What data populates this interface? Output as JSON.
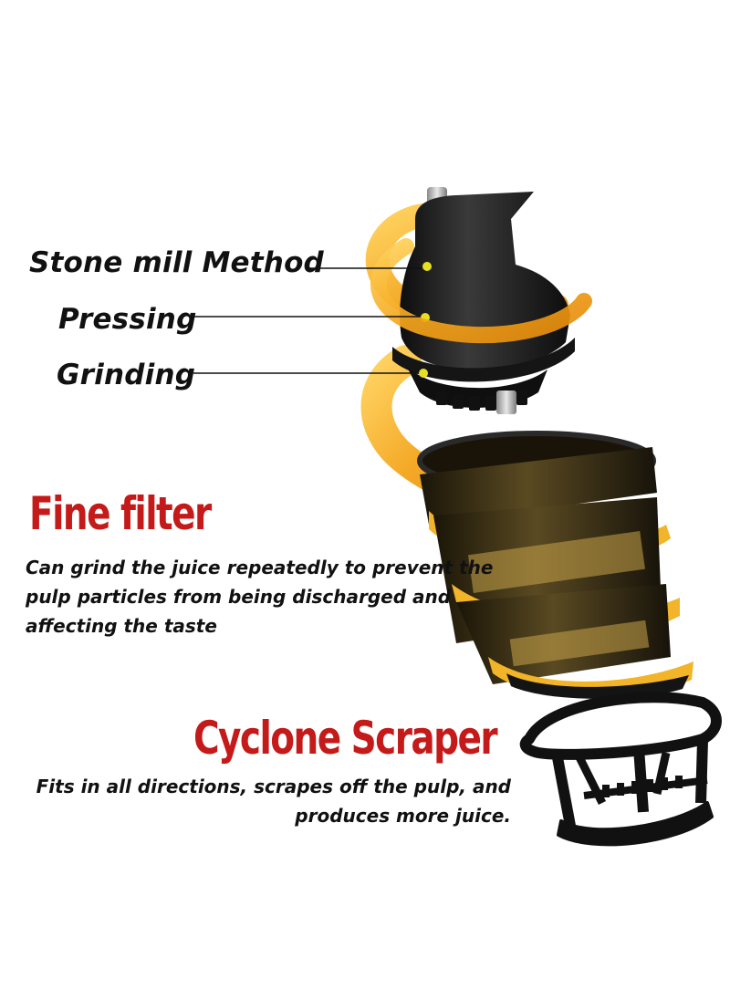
{
  "callouts": {
    "stone_mill": "Stone mill Method",
    "pressing": "Pressing",
    "grinding": "Grinding"
  },
  "fine_filter": {
    "title": "Fine filter",
    "lines": [
      "Can grind the juice repeatedly to prevent the",
      "pulp particles from being discharged and",
      "affecting the taste"
    ]
  },
  "cyclone_scraper": {
    "title": "Cyclone Scraper",
    "lines": [
      "Fits in all directions, scrapes off the pulp, and",
      "produces more juice."
    ]
  },
  "colors": {
    "heading": "#c41a1a",
    "text": "#111111",
    "juice": "#f4a51c",
    "plastic": "#1b1b1b"
  },
  "icons": [
    "auger-image",
    "filter-basket-image",
    "scraper-frame-image",
    "juice-swirl-image"
  ]
}
